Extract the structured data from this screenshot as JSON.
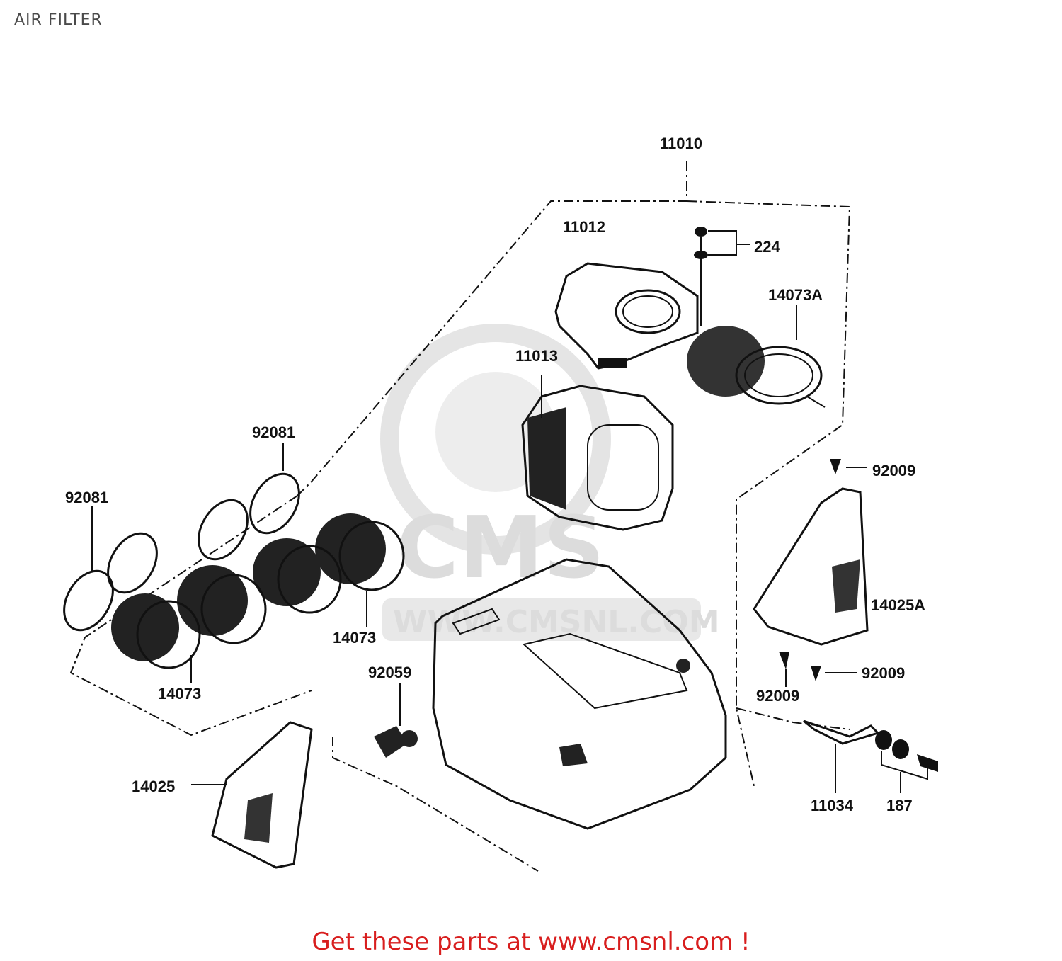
{
  "title": "AIR FILTER",
  "footer": "Get these parts at www.cmsnl.com !",
  "watermark": {
    "logo_text": "CMS",
    "url_text": "WWW.CMSNL.COM"
  },
  "parts": {
    "p11010": "11010",
    "p11012": "11012",
    "p224": "224",
    "p14073A": "14073A",
    "p11013": "11013",
    "p92081_a": "92081",
    "p92081_b": "92081",
    "p14073_a": "14073",
    "p14073_b": "14073",
    "p92059": "92059",
    "p14025": "14025",
    "p92009_a": "92009",
    "p14025A": "14025A",
    "p92009_b": "92009",
    "p92009_c": "92009",
    "p11034": "11034",
    "p187": "187"
  }
}
